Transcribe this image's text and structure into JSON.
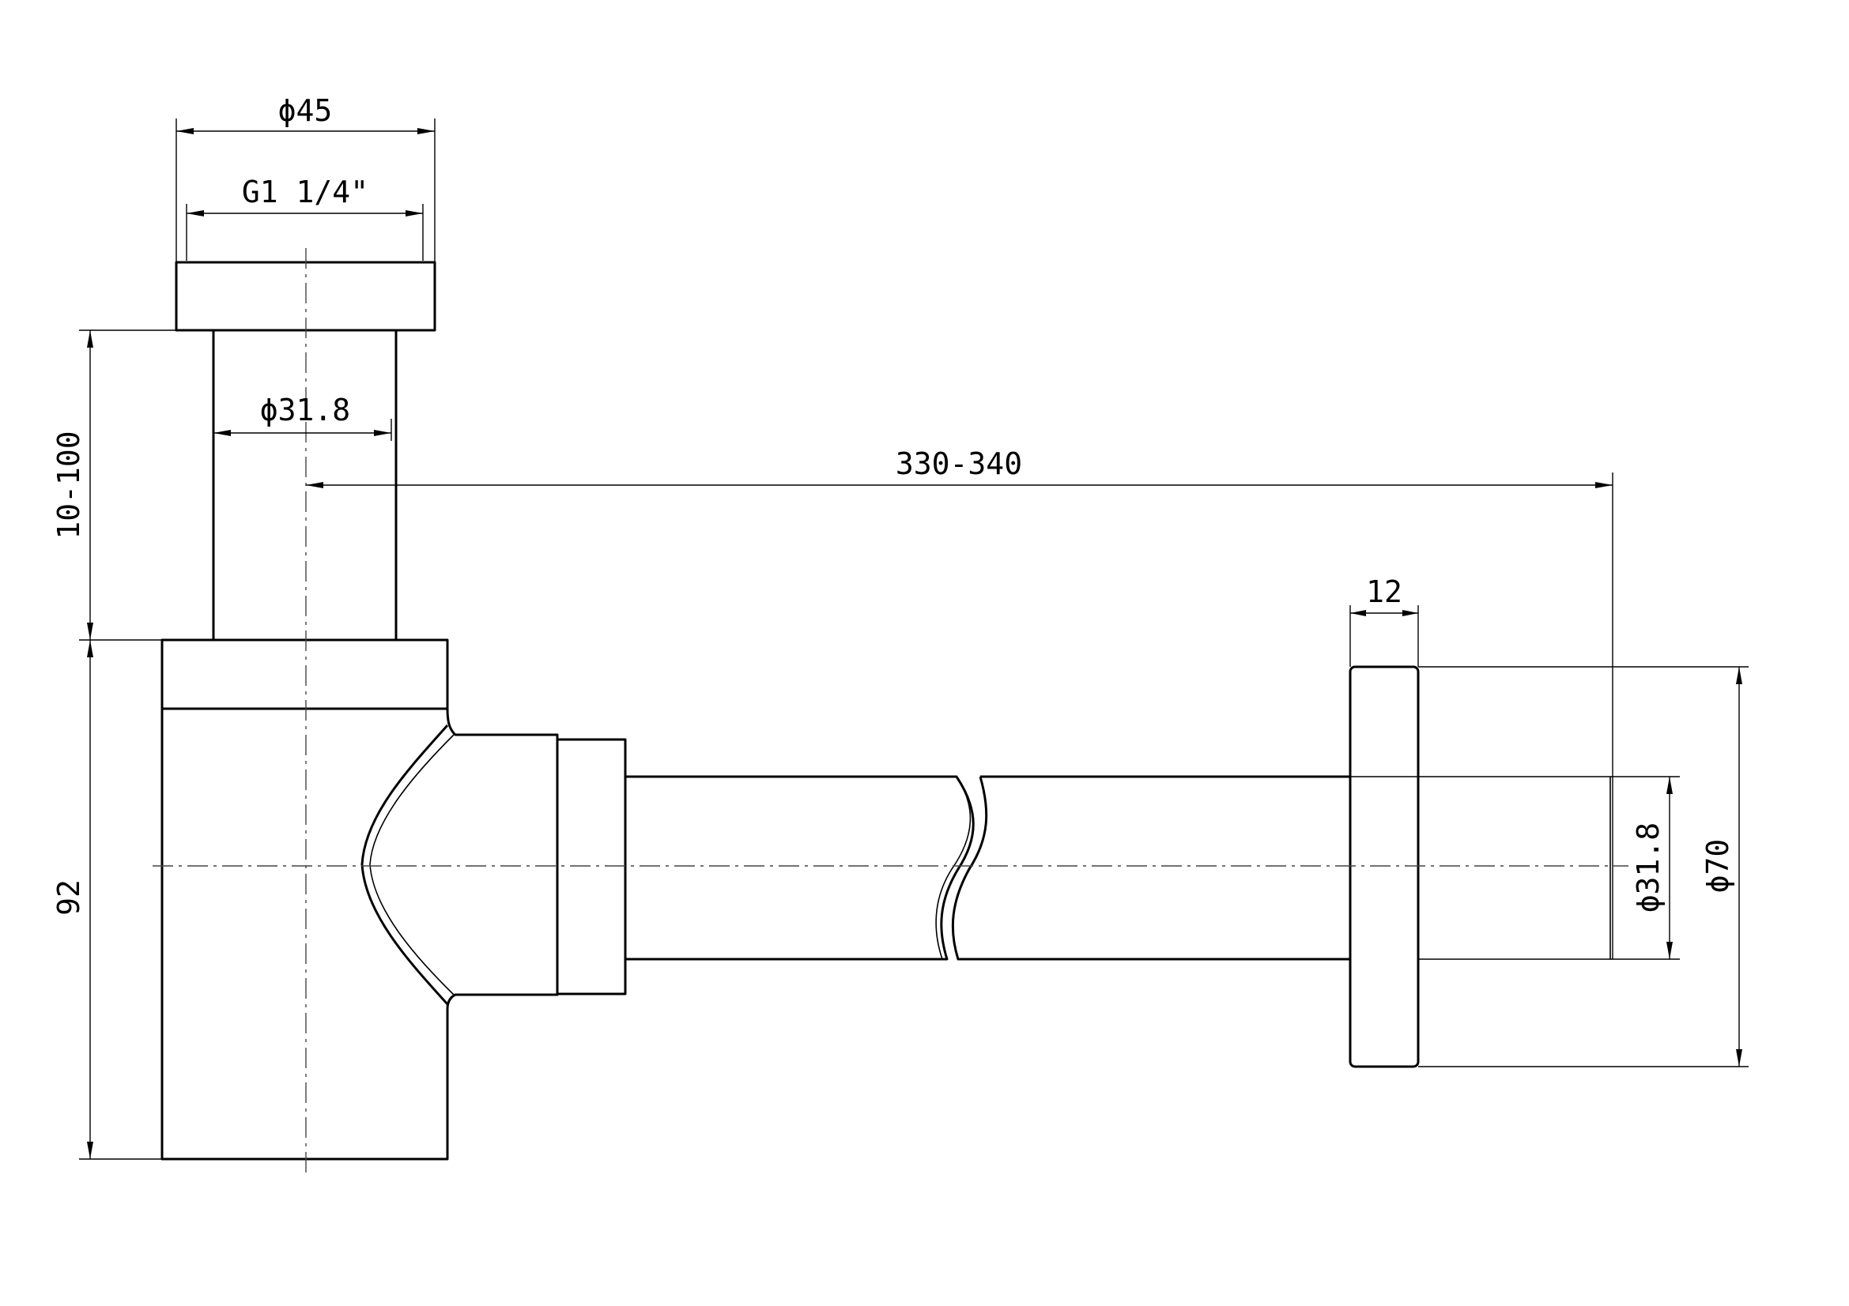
{
  "dimensions": {
    "flange_diameter": "ϕ45",
    "thread": "G1 1/4\"",
    "tube_diameter_top": "ϕ31.8",
    "tailpiece_height": "10-100",
    "wall_distance": "330-340",
    "body_height": "92",
    "rosette_thickness": "12",
    "tube_diameter_outlet": "ϕ31.8",
    "rosette_diameter": "ϕ70"
  },
  "colors": {
    "line": "#000000",
    "background": "#ffffff"
  }
}
